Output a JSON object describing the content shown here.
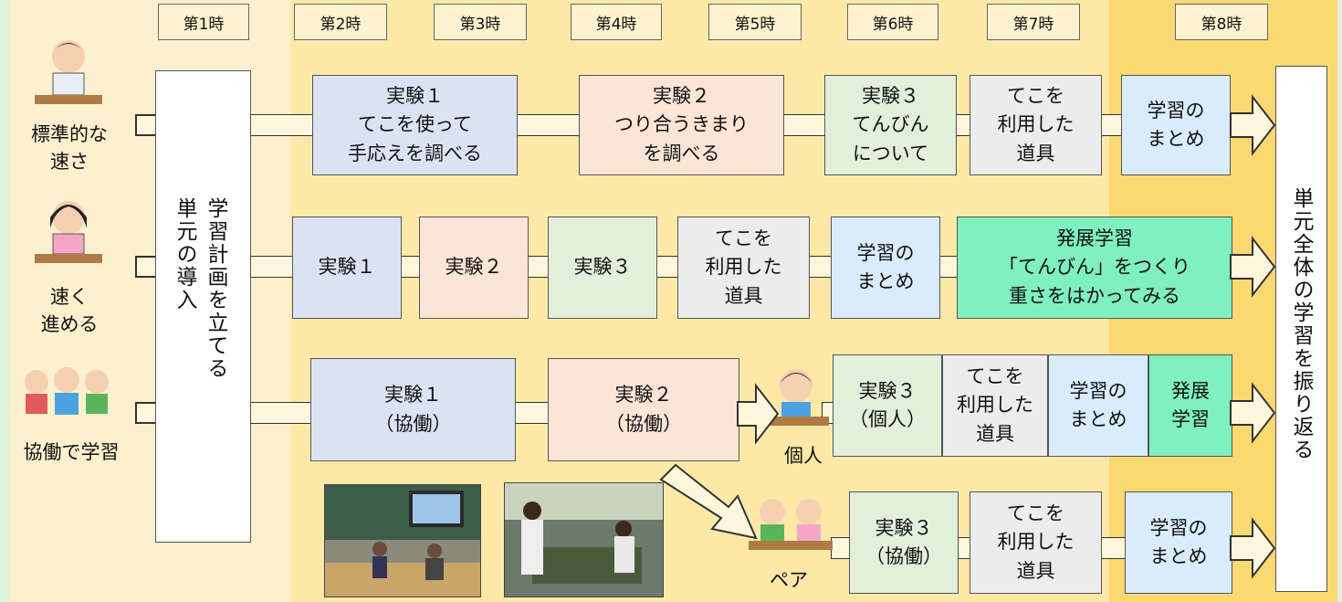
{
  "periods": [
    "第1時",
    "第2時",
    "第3時",
    "第4時",
    "第5時",
    "第6時",
    "第7時",
    "第8時"
  ],
  "intro": {
    "line1": "学習計画を立てる",
    "line2": "単元の導入"
  },
  "review": "単元全体の学習を振り返る",
  "rows": [
    {
      "label": "標準的な\n速さ",
      "steps": [
        "実験１\nてこを使って\n手応えを調べる",
        "実験２\nつり合うきまり\nを調べる",
        "実験３\nてんびん\nについて",
        "てこを\n利用した\n道具",
        "学習の\nまとめ"
      ]
    },
    {
      "label": "速く\n進める",
      "steps": [
        "実験１",
        "実験２",
        "実験３",
        "てこを\n利用した\n道具",
        "学習の\nまとめ",
        "発展学習\n「てんびん」をつくり\n重さをはかってみる"
      ]
    },
    {
      "label": "協働で学習",
      "individual_label": "個人",
      "steps": [
        "実験１\n（協働）",
        "実験２\n（協働）",
        "実験３\n（個人）",
        "てこを\n利用した\n道具",
        "学習の\nまとめ",
        "発展\n学習"
      ]
    },
    {
      "pair_label": "ペア",
      "steps": [
        "実験３\n（協働）",
        "てこを\n利用した\n道具",
        "学習の\nまとめ"
      ]
    }
  ]
}
